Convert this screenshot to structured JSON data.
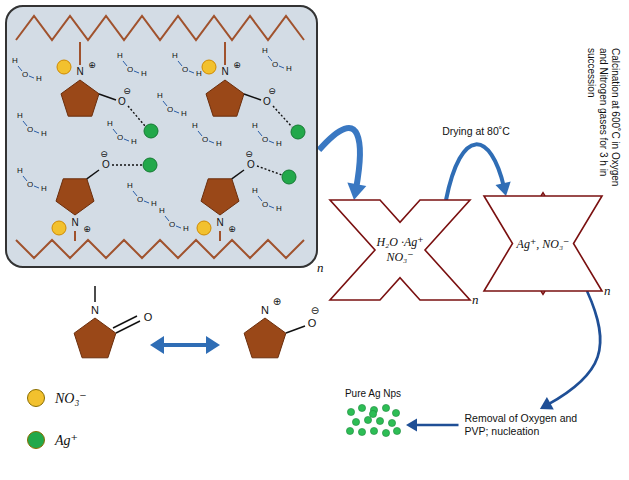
{
  "diagram": {
    "nodes": [
      {
        "text": [
          "n"
        ]
      },
      {
        "text": [
          "H₂O ·Ag⁺ NO₃⁻",
          "n"
        ]
      },
      {
        "text": [
          "Ag⁺, NO₃⁻",
          "n"
        ]
      },
      {
        "text": [
          "Pure Ag Nps"
        ]
      }
    ],
    "edges": [
      {
        "from": 0,
        "to": 1,
        "arrow": "to"
      },
      {
        "from": 1,
        "to": 2,
        "arrow": "to",
        "label": "Drying at 80˚C"
      },
      {
        "from": 2,
        "to": 3,
        "arrow": "to",
        "label": "Removal of Oxygen and PVP; nucleation"
      }
    ],
    "labels": [
      "N",
      "⊕",
      "O",
      "⊖",
      "N",
      "⊕",
      "O",
      "⊖",
      "N",
      "⊕",
      "O",
      "⊖",
      "N",
      "⊕",
      "O",
      "⊖",
      "H",
      "O",
      "H",
      "H",
      "O",
      "H",
      "H",
      "O",
      "H",
      "H",
      "O",
      "H",
      "H",
      "O",
      "H",
      "H",
      "O",
      "H",
      "H",
      "O",
      "H",
      "H",
      "O",
      "H",
      "H",
      "O",
      "H",
      "H",
      "O",
      "H",
      "H",
      "O",
      "H",
      "H",
      "O",
      "H",
      "H",
      "O",
      "H",
      "N",
      "O",
      "N",
      "⊕",
      "O",
      "⊖",
      "Calcination at 600˚C in Oxygen and Nitrogen gases for 3 h in succession"
    ],
    "legend": [
      {
        "text": "NO₃⁻",
        "color": "#f2c12e"
      },
      {
        "text": "Ag⁺",
        "color": "#22a84a"
      }
    ]
  }
}
